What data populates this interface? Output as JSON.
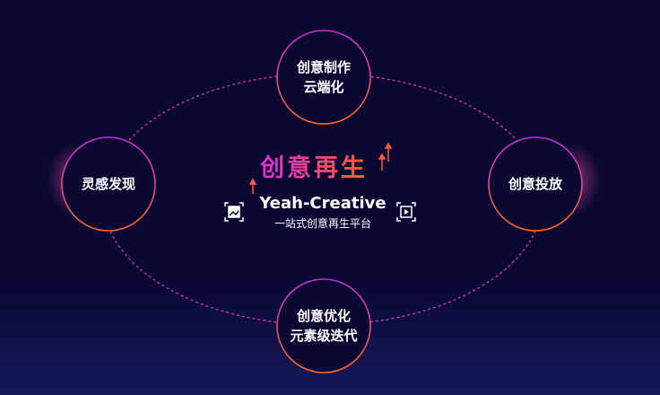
{
  "center": {
    "title": "创意再生",
    "subtitle_en": "Yeah-Creative",
    "subtitle_cn": "一站式创意再生平台"
  },
  "nodes": {
    "top": [
      "创意制作",
      "云端化"
    ],
    "left": [
      "灵感发现"
    ],
    "right": [
      "创意投放"
    ],
    "bottom": [
      "创意优化",
      "元素级迭代"
    ]
  },
  "icons": {
    "left": "image-icon",
    "right": "video-play-icon"
  },
  "colors": {
    "accent_start": "#e02cd8",
    "accent_end": "#ff5a3c",
    "background": "#0a0730"
  }
}
